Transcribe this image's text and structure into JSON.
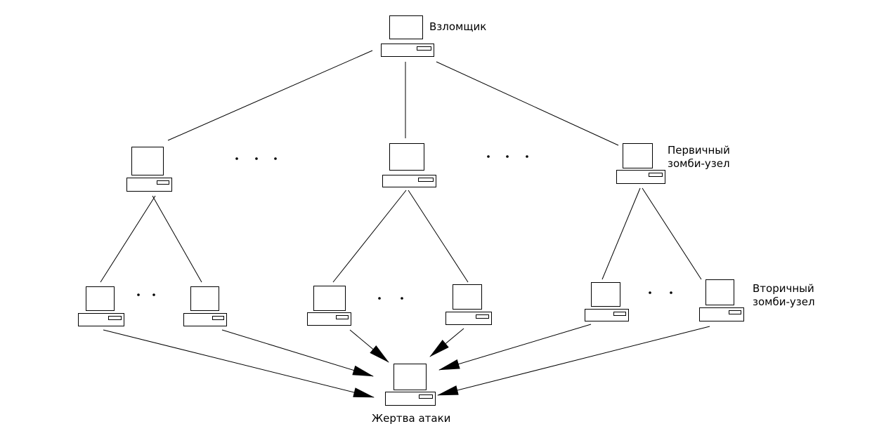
{
  "labels": {
    "attacker": "Взломщик",
    "primary_line1": "Первичный",
    "primary_line2": "зомби-узел",
    "secondary_line1": "Вторичный",
    "secondary_line2": "зомби-узел",
    "victim": "Жертва атаки"
  },
  "ellipsis_dot": "·",
  "colors": {
    "stroke": "#000000",
    "background": "#ffffff"
  },
  "icons": {
    "computer": "computer-icon",
    "arrow": "arrowhead-icon"
  }
}
